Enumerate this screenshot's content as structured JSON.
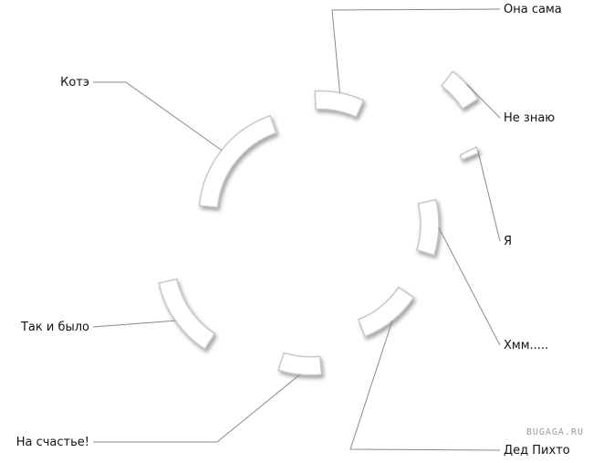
{
  "chart_data": {
    "type": "pie",
    "style": "exploded-donut-3d",
    "categories": [
      "Она сама",
      "Не знаю",
      "Я",
      "Хмм.....",
      "Дед Пихто",
      "На счастье!",
      "Так и было",
      "Котэ"
    ],
    "values": [
      8,
      6,
      1,
      9,
      10,
      7,
      12,
      16
    ],
    "unit": "%",
    "title": "",
    "legend": "none",
    "labels": "leader-lines"
  },
  "watermark": "BUGAGA.RU",
  "colors": {
    "segment_fill": "#ffffff",
    "segment_stroke": "#c8c8c8",
    "segment_shadow": "#9c9c9c",
    "leader_line": "#8a8a8a"
  }
}
